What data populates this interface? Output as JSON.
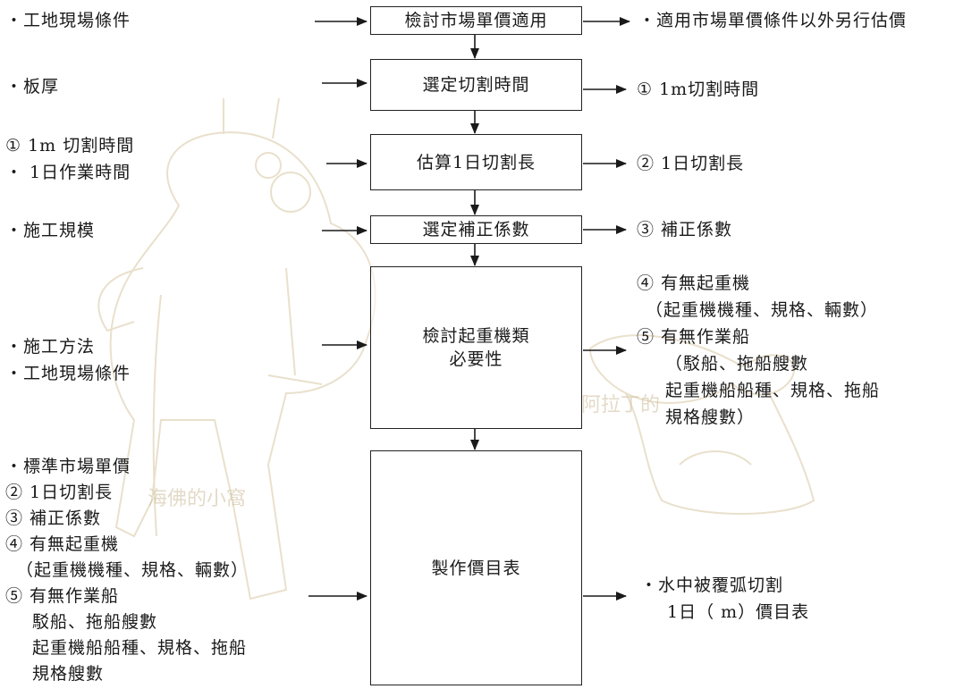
{
  "process_boxes": {
    "b1": "檢討市場單價適用",
    "b2": "選定切割時間",
    "b3": "估算1日切割長",
    "b4": "選定補正係數",
    "b5_l1": "檢討起重機類",
    "b5_l2": "必要性",
    "b6": "製作價目表"
  },
  "inputs": {
    "in1": "・工地現場條件",
    "in2": "・板厚",
    "in3_l1": "① 1m 切割時間",
    "in3_l2": "・ 1日作業時間",
    "in4": "・施工規模",
    "in5_l1": "・施工方法",
    "in5_l2": "・工地現場條件",
    "in6_l1": "・標準市場單價",
    "in6_l2": "②  1日切割長",
    "in6_l3": "③ 補正係數",
    "in6_l4": "④ 有無起重機",
    "in6_l5": "（起重機機種、規格、輛數）",
    "in6_l6": "⑤ 有無作業船",
    "in6_l7": "駁船、拖船艘數",
    "in6_l8": "起重機船船種、規格、拖船",
    "in6_l9": "規格艘數"
  },
  "outputs": {
    "out1": "・適用市場單價條件以外另行估價",
    "out2": "① 1m切割時間",
    "out3": "② 1日切割長",
    "out4": "③ 補正係數",
    "out5_l1": "④ 有無起重機",
    "out5_l2": "（起重機機種、規格、輛數）",
    "out5_l3": "⑤ 有無作業船",
    "out5_l4": "（駁船、拖船艘數",
    "out5_l5": "起重機船船種、規格、拖船",
    "out5_l6": "規格艘數）",
    "out6_l1": "・水中被覆弧切割",
    "out6_l2": "1日（ m）價目表"
  },
  "watermark": {
    "text_left": "海佛的小窩",
    "text_right": "阿拉丁的"
  },
  "colors": {
    "ink": "#1a1a1a",
    "border": "#222222",
    "watermark": "#c9b48a"
  }
}
